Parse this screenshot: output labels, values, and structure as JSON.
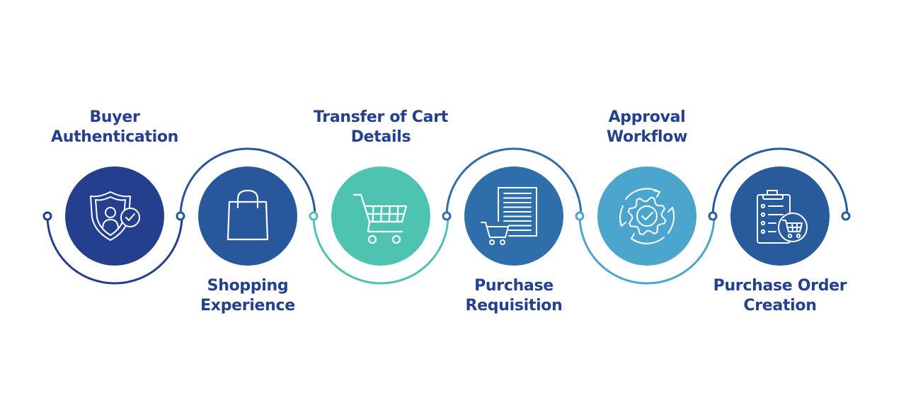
{
  "steps": [
    {
      "label_line1": "Buyer",
      "label_line2": "Authentication",
      "icon": "shield-user-check-icon",
      "color": "#253f8f",
      "position": "top"
    },
    {
      "label_line1": "Shopping",
      "label_line2": "Experience",
      "icon": "shopping-bag-icon",
      "color": "#28579b",
      "position": "bottom"
    },
    {
      "label_line1": "Transfer of Cart",
      "label_line2": "Details",
      "icon": "shopping-cart-icon",
      "color": "#4fc3b2",
      "position": "top"
    },
    {
      "label_line1": "Purchase",
      "label_line2": "Requisition",
      "icon": "document-cart-icon",
      "color": "#2e6eaa",
      "position": "bottom"
    },
    {
      "label_line1": "Approval",
      "label_line2": "Workflow",
      "icon": "gear-check-icon",
      "color": "#4ca5cc",
      "position": "top"
    },
    {
      "label_line1": "Purchase Order",
      "label_line2": "Creation",
      "icon": "clipboard-cart-icon",
      "color": "#275b9c",
      "position": "bottom"
    }
  ],
  "colors": {
    "label_text": "#24408e",
    "icon_stroke": "#ffffff"
  }
}
